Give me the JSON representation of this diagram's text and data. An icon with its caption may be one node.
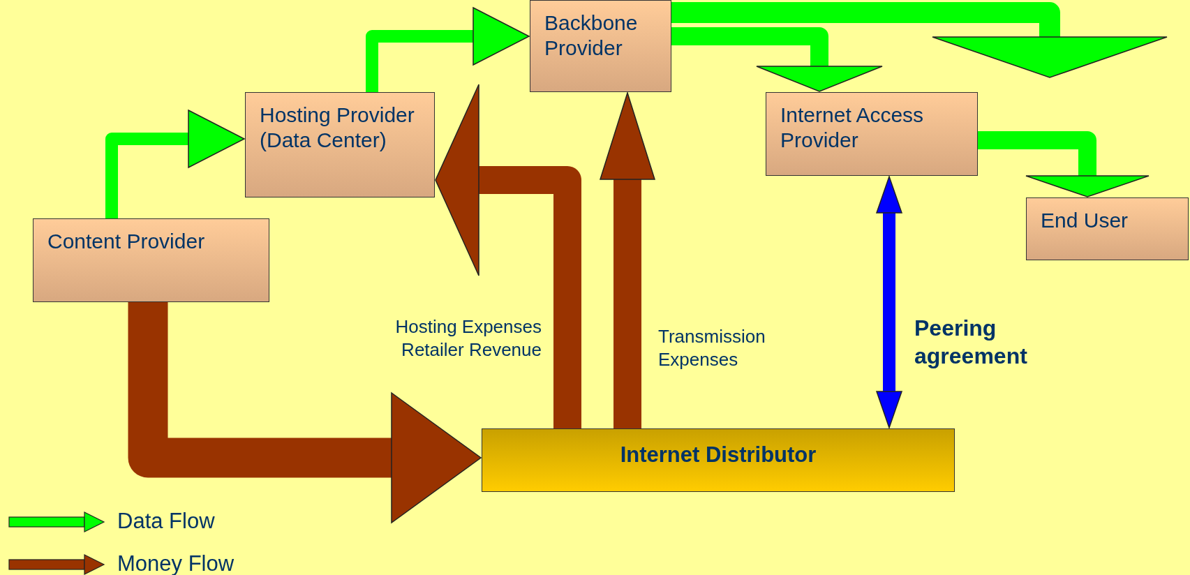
{
  "diagram": {
    "nodes": [
      {
        "text": [
          "Backbone Provider"
        ]
      },
      {
        "text": [
          "Hosting Provider (Data Center)"
        ]
      },
      {
        "text": [
          "Internet Access Provider"
        ]
      },
      {
        "text": [
          "End User"
        ]
      },
      {
        "text": [
          "Content Provider"
        ]
      },
      {
        "text": [
          "Internet Distributor"
        ]
      }
    ],
    "edges": [
      {
        "from": 4,
        "to": 1,
        "arrow": "to"
      },
      {
        "from": 1,
        "to": 0,
        "arrow": "to"
      },
      {
        "from": 0,
        "to": 2,
        "arrow": "to"
      },
      {
        "from": 0,
        "to": null,
        "arrow": "to"
      },
      {
        "from": 2,
        "to": 3,
        "arrow": "to"
      },
      {
        "from": 4,
        "to": 5,
        "arrow": "to",
        "style": "thick",
        "color": "#993300"
      },
      {
        "from": 5,
        "to": 1,
        "arrow": "to",
        "label": "Hosting Expenses Retailer Revenue",
        "color": "#993300"
      },
      {
        "from": 5,
        "to": 0,
        "arrow": "to",
        "label": "Transmission Expenses",
        "color": "#993300"
      },
      {
        "from": 5,
        "to": 2,
        "arrow": "both",
        "label": "Peering agreement",
        "color": "#0000ff"
      }
    ],
    "legend": [
      {
        "text": "Data Flow",
        "color": "#00ff00"
      },
      {
        "text": "Money Flow",
        "color": "#993300"
      }
    ]
  }
}
